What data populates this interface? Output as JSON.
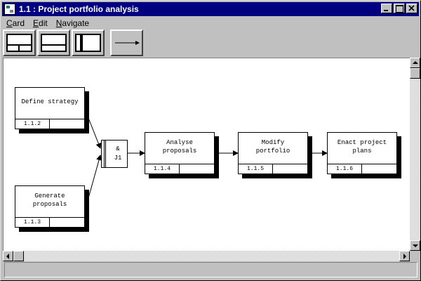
{
  "window": {
    "title": "1.1 : Project portfolio analysis",
    "icon": "app-icon"
  },
  "menu": [
    {
      "label": "Card",
      "mnemonic": "C"
    },
    {
      "label": "Edit",
      "mnemonic": "E"
    },
    {
      "label": "Navigate",
      "mnemonic": "N"
    }
  ],
  "toolbar": {
    "buttons": [
      {
        "name": "layout-split-horizontal-icon"
      },
      {
        "name": "layout-top-panel-icon"
      },
      {
        "name": "layout-side-panel-icon"
      },
      {
        "name": "arrow-connector-icon"
      }
    ]
  },
  "diagram": {
    "nodes": [
      {
        "id": "define-strategy",
        "label": "Define strategy",
        "ref": "1.1.2"
      },
      {
        "id": "generate-proposals",
        "label": "Generate\nproposals",
        "ref": "1.1.3"
      },
      {
        "id": "analyse-proposals",
        "label": "Analyse\nproposals",
        "ref": "1.1.4"
      },
      {
        "id": "modify-portfolio",
        "label": "Modify\nportfolio",
        "ref": "1.1.5"
      },
      {
        "id": "enact-project-plans",
        "label": "Enact project\nplans",
        "ref": "1.1.6"
      }
    ],
    "junction": {
      "symbol": "&",
      "id": "J1"
    }
  },
  "status": {
    "text": ""
  },
  "colors": {
    "titlebar": "#000080",
    "chrome": "#c0c0c0",
    "canvas": "#ffffff"
  }
}
